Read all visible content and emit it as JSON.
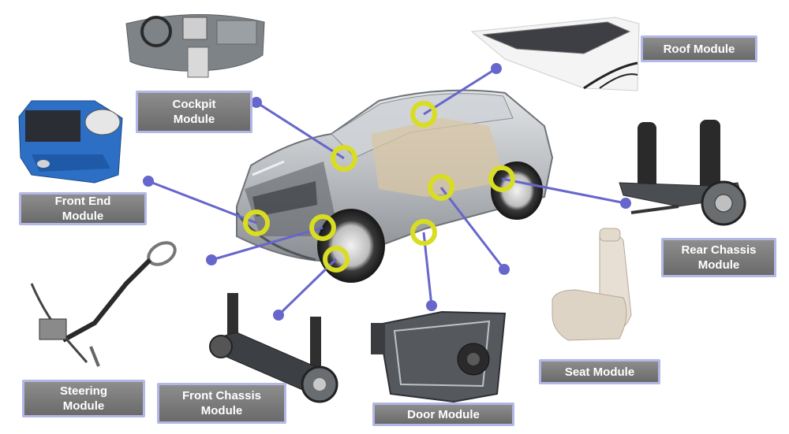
{
  "labels": {
    "roof": "Roof Module",
    "cockpit": "Cockpit\nModule",
    "front_end": "Front End\nModule",
    "rear_chassis": "Rear Chassis\nModule",
    "steering": "Steering\nModule",
    "front_chassis": "Front Chassis\nModule",
    "door": "Door Module",
    "seat": "Seat Module"
  },
  "colors": {
    "connector": "#6666cc",
    "highlight_ring": "#d9dd22",
    "label_bg": "#7a7a7a",
    "label_border": "#b3b7e4"
  }
}
